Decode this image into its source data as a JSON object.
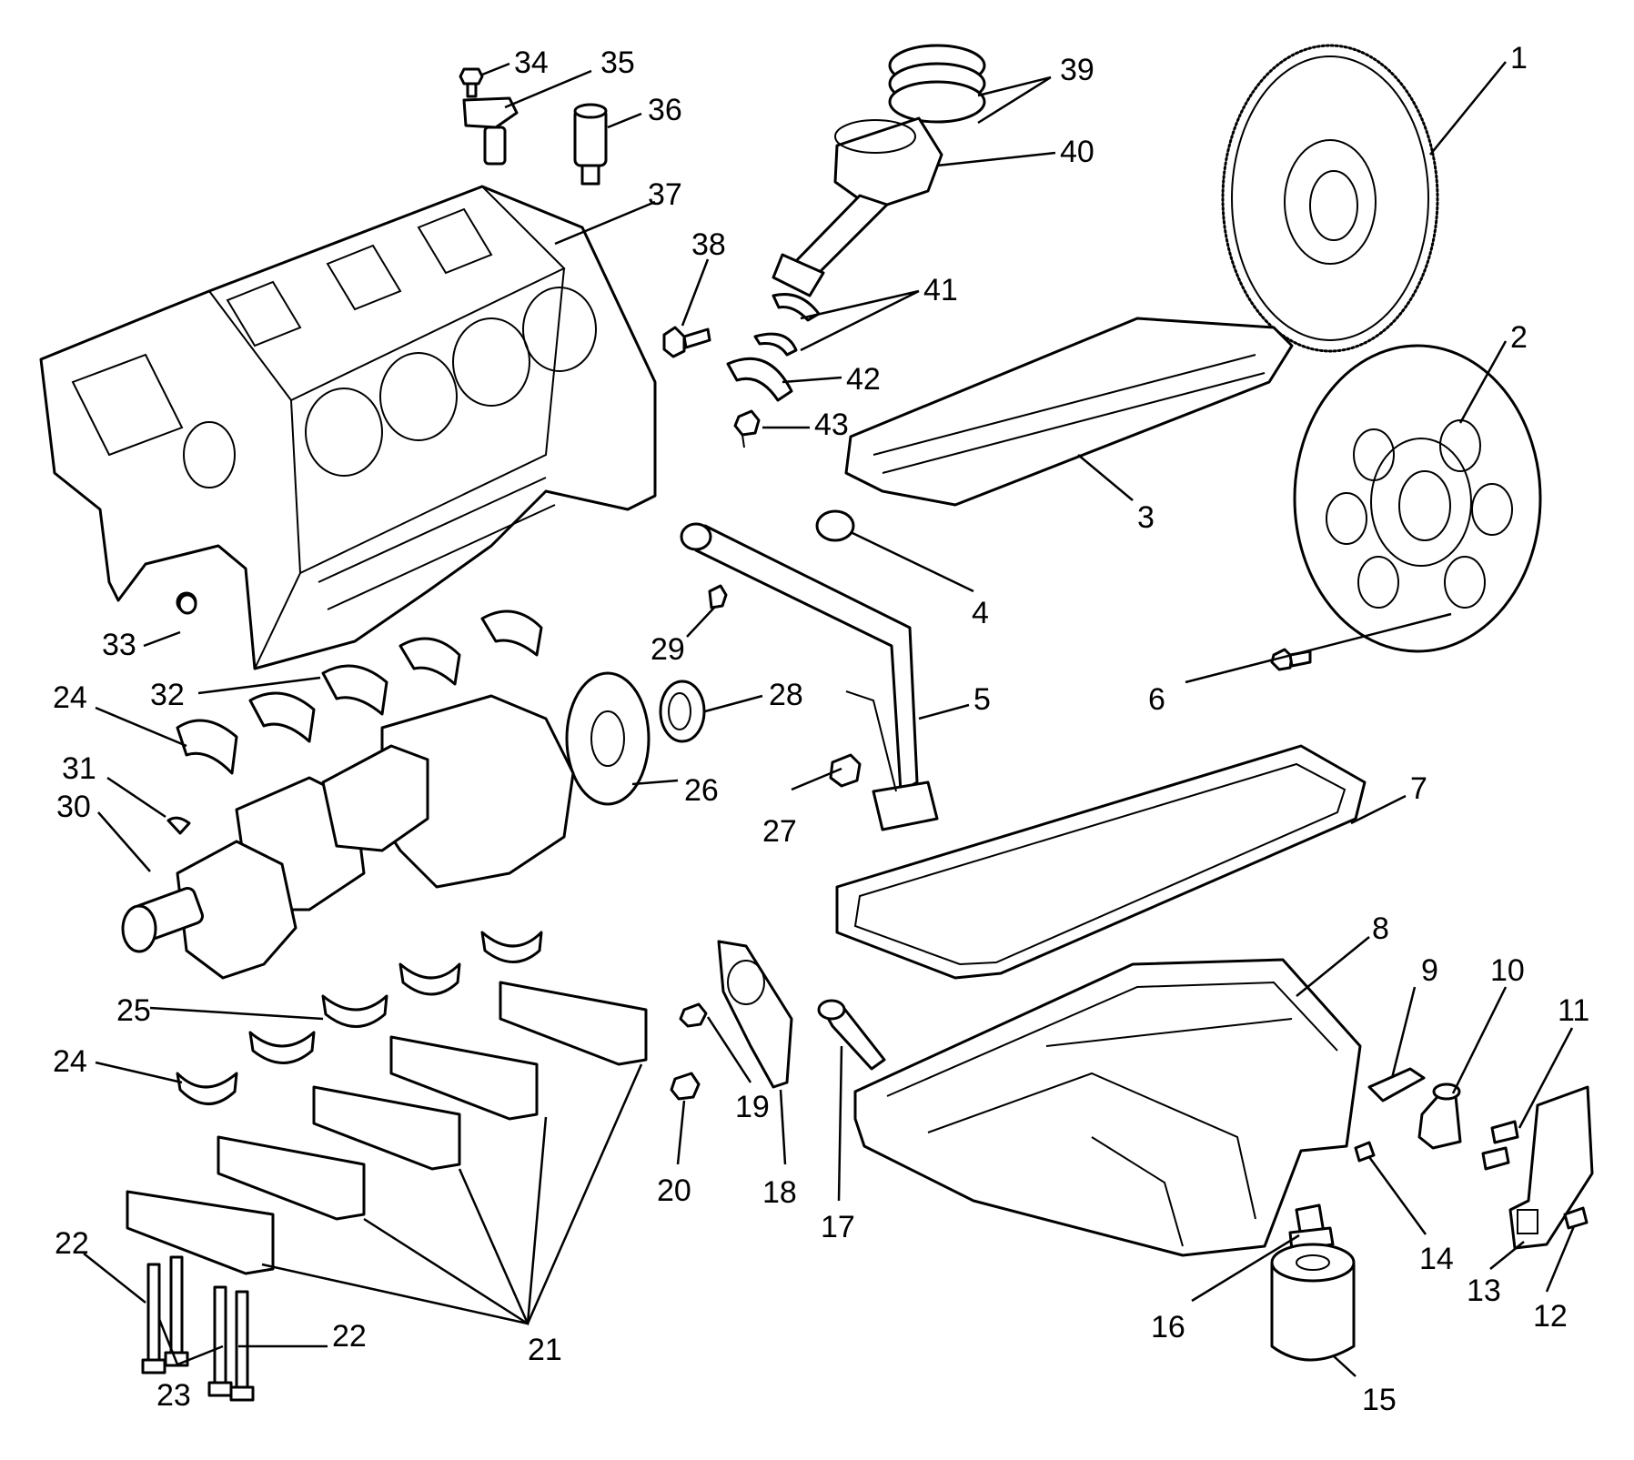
{
  "callouts": [
    {
      "id": "c1",
      "text": "1"
    },
    {
      "id": "c2",
      "text": "2"
    },
    {
      "id": "c3",
      "text": "3"
    },
    {
      "id": "c4",
      "text": "4"
    },
    {
      "id": "c5",
      "text": "5"
    },
    {
      "id": "c6",
      "text": "6"
    },
    {
      "id": "c7",
      "text": "7"
    },
    {
      "id": "c8",
      "text": "8"
    },
    {
      "id": "c9",
      "text": "9"
    },
    {
      "id": "c10",
      "text": "10"
    },
    {
      "id": "c11",
      "text": "11"
    },
    {
      "id": "c12",
      "text": "12"
    },
    {
      "id": "c13",
      "text": "13"
    },
    {
      "id": "c14",
      "text": "14"
    },
    {
      "id": "c15",
      "text": "15"
    },
    {
      "id": "c16",
      "text": "16"
    },
    {
      "id": "c17",
      "text": "17"
    },
    {
      "id": "c18",
      "text": "18"
    },
    {
      "id": "c19",
      "text": "19"
    },
    {
      "id": "c20",
      "text": "20"
    },
    {
      "id": "c21",
      "text": "21"
    },
    {
      "id": "c22a",
      "text": "22"
    },
    {
      "id": "c22b",
      "text": "22"
    },
    {
      "id": "c23",
      "text": "23"
    },
    {
      "id": "c24a",
      "text": "24"
    },
    {
      "id": "c24b",
      "text": "24"
    },
    {
      "id": "c25",
      "text": "25"
    },
    {
      "id": "c26",
      "text": "26"
    },
    {
      "id": "c27",
      "text": "27"
    },
    {
      "id": "c28",
      "text": "28"
    },
    {
      "id": "c29",
      "text": "29"
    },
    {
      "id": "c30",
      "text": "30"
    },
    {
      "id": "c31",
      "text": "31"
    },
    {
      "id": "c32",
      "text": "32"
    },
    {
      "id": "c33",
      "text": "33"
    },
    {
      "id": "c34",
      "text": "34"
    },
    {
      "id": "c35",
      "text": "35"
    },
    {
      "id": "c36",
      "text": "36"
    },
    {
      "id": "c37",
      "text": "37"
    },
    {
      "id": "c38",
      "text": "38"
    },
    {
      "id": "c39",
      "text": "39"
    },
    {
      "id": "c40",
      "text": "40"
    },
    {
      "id": "c41",
      "text": "41"
    },
    {
      "id": "c42",
      "text": "42"
    },
    {
      "id": "c43",
      "text": "43"
    }
  ],
  "colors": {
    "line": "#000000",
    "background": "#ffffff"
  }
}
